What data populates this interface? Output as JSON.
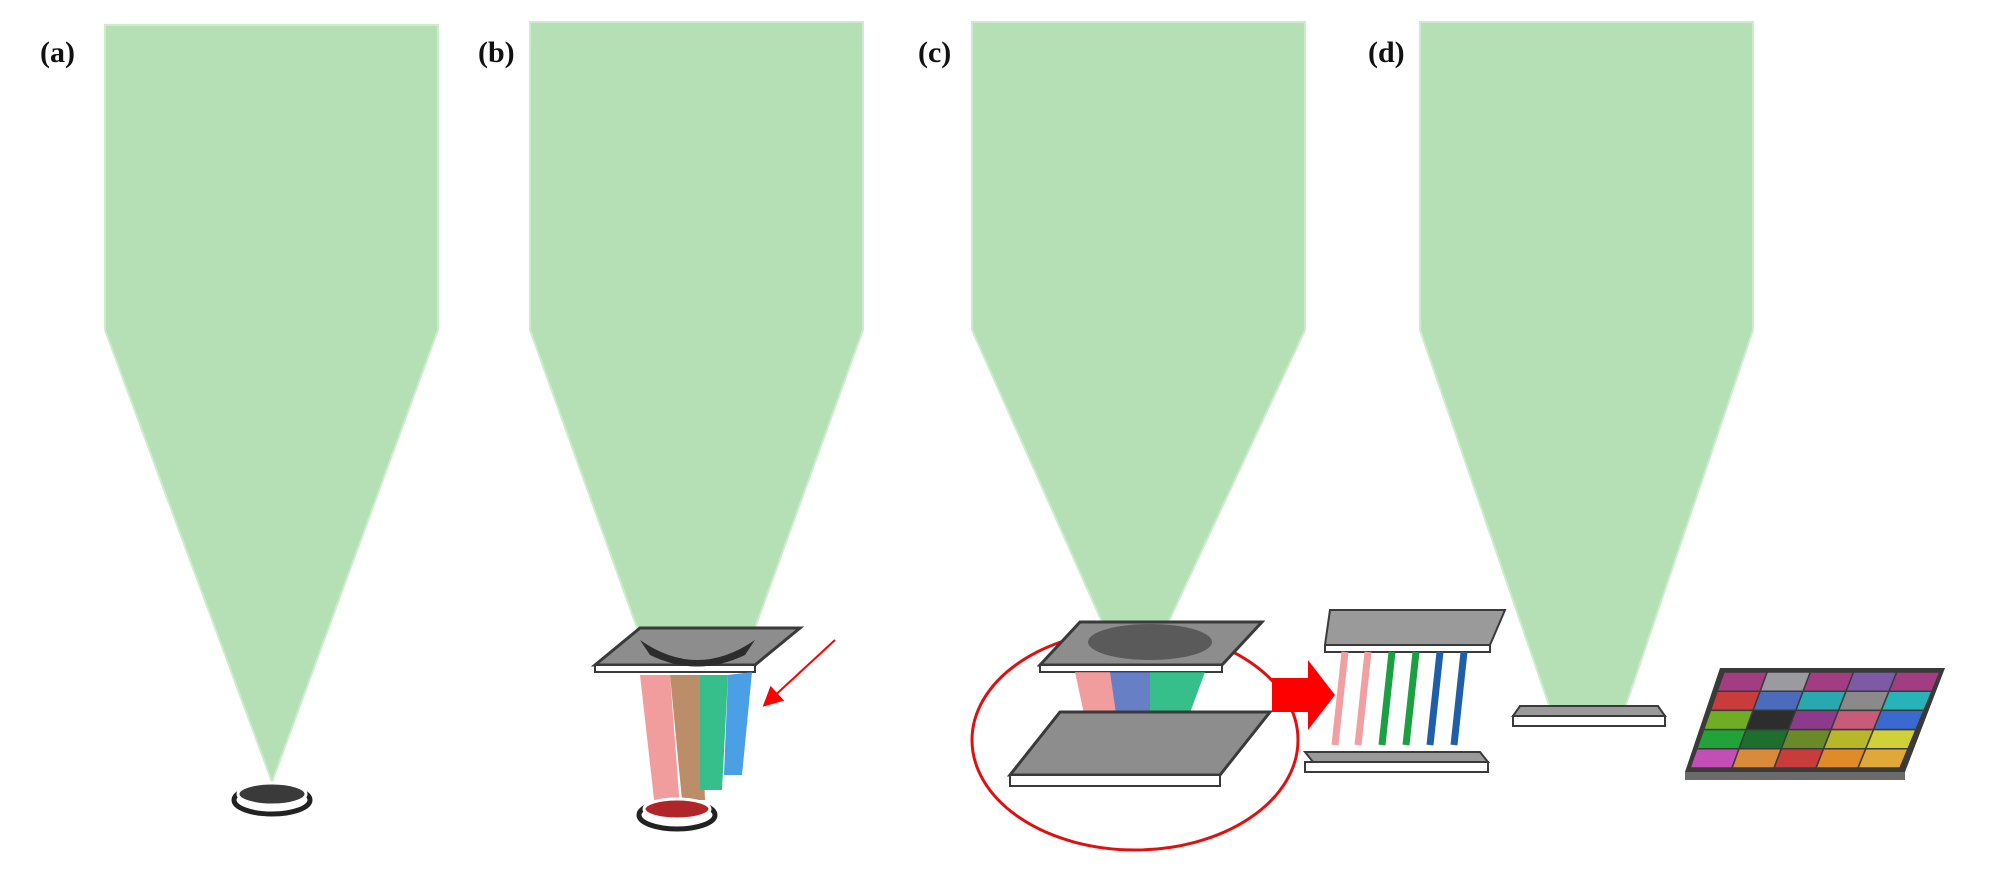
{
  "panels": [
    {
      "label": "(a)"
    },
    {
      "label": "(b)"
    },
    {
      "label": "(c)"
    },
    {
      "label": "(d)"
    }
  ],
  "colors": {
    "beam": "#b5e0b5",
    "beam_edge": "#cdeccd",
    "dark_spot": "#2c2c2c",
    "plate_gray": "#8d8d8d",
    "plate_edge": "#3a3a3a",
    "highlight_circle": "#e01010",
    "arrow": "#ff0000",
    "stripe_pink": "#f08c8c",
    "stripe_brown": "#b07a4e",
    "stripe_green": "#14b477",
    "stripe_blue": "#2c8fe0"
  },
  "color_grid": [
    [
      "#a33d82",
      "#9a9aa0",
      "#a33d82",
      "#7d5aa6",
      "#a33d82"
    ],
    [
      "#c83c3c",
      "#4d6bbb",
      "#2aa8b0",
      "#8a8a8a",
      "#26b4b8"
    ],
    [
      "#6fae24",
      "#2d2d2d",
      "#8c3a8c",
      "#c85a7a",
      "#3a6ad0"
    ],
    [
      "#22a33a",
      "#1e6e2e",
      "#6a8a2a",
      "#b7b72a",
      "#d0d038"
    ],
    [
      "#c34fb6",
      "#d98a3a",
      "#c83c3c",
      "#e08a2a",
      "#e0a838"
    ]
  ]
}
